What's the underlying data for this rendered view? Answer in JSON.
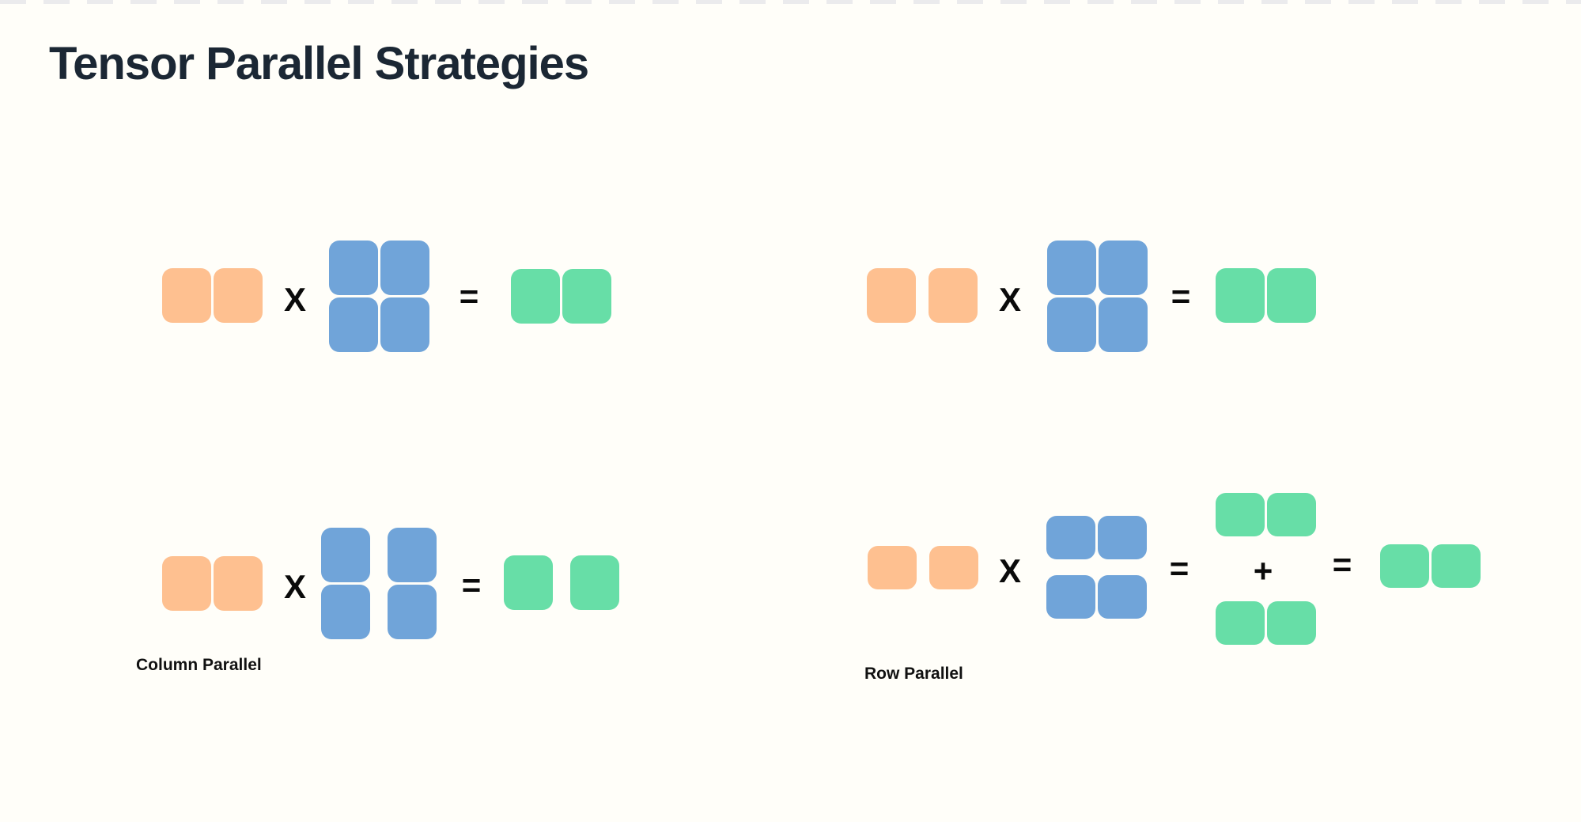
{
  "title": "Tensor Parallel Strategies",
  "operators": {
    "multiply": "X",
    "equals": "=",
    "plus": "+"
  },
  "labels": {
    "column_parallel": "Column Parallel",
    "row_parallel": "Row Parallel"
  },
  "colors": {
    "background": "#FFFEF9",
    "title_text": "#1B2734",
    "label_text": "#111111",
    "operator": "#0A0A0A",
    "input_block": "#FEC090",
    "weight_block": "#70A4D9",
    "output_block": "#67DEA7",
    "edge_strip": "#EBEBED"
  },
  "diagrams": [
    {
      "position": "top-left",
      "label": "",
      "input": {
        "shape": "1x2",
        "blocks": 2,
        "split": false,
        "color_role": "input_block"
      },
      "weight": {
        "shape": "2x2",
        "blocks": 4,
        "split": "none",
        "color_role": "weight_block"
      },
      "output": {
        "shape": "1x2",
        "blocks": 2,
        "split": false,
        "color_role": "output_block"
      },
      "equation": "input X weight = output"
    },
    {
      "position": "top-right",
      "label": "",
      "input": {
        "shape": "1x2",
        "blocks": 2,
        "split": true,
        "color_role": "input_block"
      },
      "weight": {
        "shape": "2x2",
        "blocks": 4,
        "split": "none",
        "color_role": "weight_block"
      },
      "output": {
        "shape": "1x2",
        "blocks": 2,
        "split": false,
        "color_role": "output_block"
      },
      "equation": "input X weight = output"
    },
    {
      "position": "bottom-left",
      "label": "Column Parallel",
      "input": {
        "shape": "1x2",
        "blocks": 2,
        "split": false,
        "color_role": "input_block"
      },
      "weight": {
        "shape": "2x2",
        "blocks": 4,
        "split": "columns",
        "color_role": "weight_block"
      },
      "output": {
        "shape": "1x2",
        "blocks": 2,
        "split": true,
        "color_role": "output_block"
      },
      "equation": "input X weight(column-split) = output(split)"
    },
    {
      "position": "bottom-right",
      "label": "Row Parallel",
      "input": {
        "shape": "1x2",
        "blocks": 2,
        "split": true,
        "color_role": "input_block"
      },
      "weight": {
        "shape": "2x2",
        "blocks": 4,
        "split": "rows",
        "color_role": "weight_block"
      },
      "partials": [
        {
          "shape": "1x2",
          "blocks": 2,
          "color_role": "output_block"
        },
        {
          "shape": "1x2",
          "blocks": 2,
          "color_role": "output_block"
        }
      ],
      "output": {
        "shape": "1x2",
        "blocks": 2,
        "split": false,
        "color_role": "output_block"
      },
      "equation": "input X weight(row-split) = partial + partial = output"
    }
  ]
}
